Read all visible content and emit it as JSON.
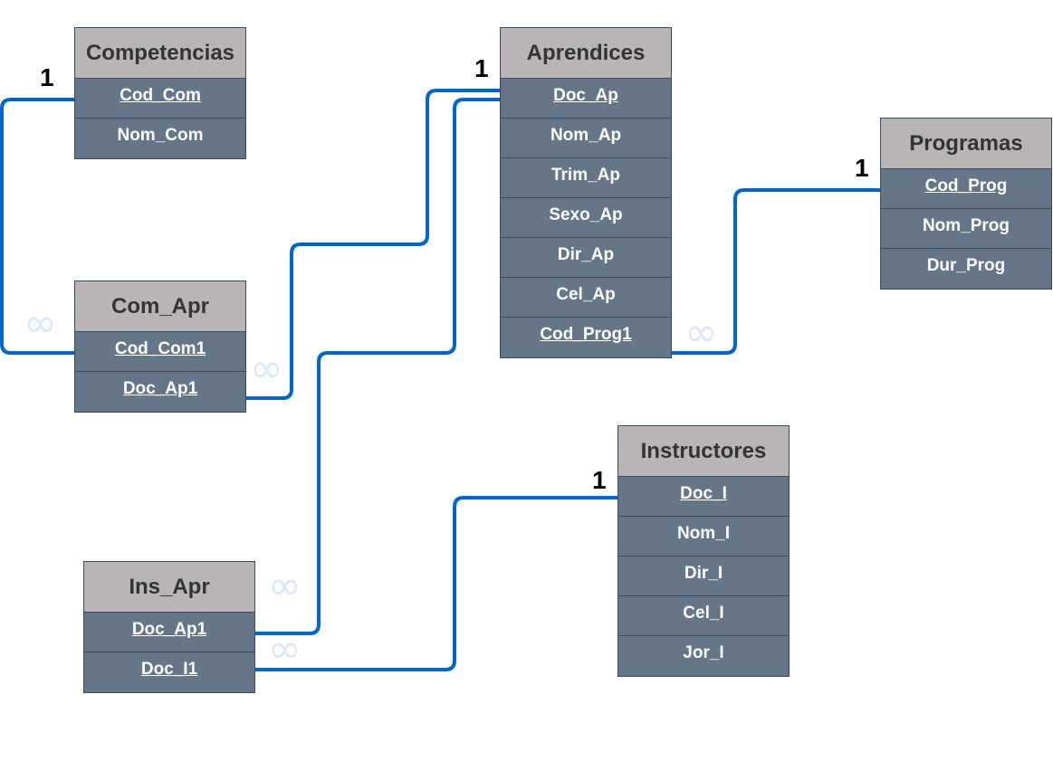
{
  "entities": {
    "competencias": {
      "title": "Competencias",
      "fields": [
        {
          "name": "Cod_Com",
          "key": true
        },
        {
          "name": "Nom_Com",
          "key": false
        }
      ]
    },
    "aprendices": {
      "title": "Aprendices",
      "fields": [
        {
          "name": "Doc_Ap",
          "key": true
        },
        {
          "name": "Nom_Ap",
          "key": false
        },
        {
          "name": "Trim_Ap",
          "key": false
        },
        {
          "name": "Sexo_Ap",
          "key": false
        },
        {
          "name": "Dir_Ap",
          "key": false
        },
        {
          "name": "Cel_Ap",
          "key": false
        },
        {
          "name": "Cod_Prog1",
          "key": true
        }
      ]
    },
    "programas": {
      "title": "Programas",
      "fields": [
        {
          "name": "Cod_Prog",
          "key": true
        },
        {
          "name": "Nom_Prog",
          "key": false
        },
        {
          "name": "Dur_Prog",
          "key": false
        }
      ]
    },
    "com_apr": {
      "title": "Com_Apr",
      "fields": [
        {
          "name": "Cod_Com1",
          "key": true
        },
        {
          "name": "Doc_Ap1",
          "key": true
        }
      ]
    },
    "instructores": {
      "title": "Instructores",
      "fields": [
        {
          "name": "Doc_I",
          "key": true
        },
        {
          "name": "Nom_I",
          "key": false
        },
        {
          "name": "Dir_I",
          "key": false
        },
        {
          "name": "Cel_I",
          "key": false
        },
        {
          "name": "Jor_I",
          "key": false
        }
      ]
    },
    "ins_apr": {
      "title": "Ins_Apr",
      "fields": [
        {
          "name": "Doc_Ap1",
          "key": true
        },
        {
          "name": "Doc_I1",
          "key": true
        }
      ]
    }
  },
  "cardinality": {
    "one": "1",
    "many": "∞"
  },
  "colors": {
    "connector": "#0066cc",
    "header_bg": "#b9b5b4",
    "row_bg": "#647687",
    "many_symbol": "#dae8fc"
  }
}
